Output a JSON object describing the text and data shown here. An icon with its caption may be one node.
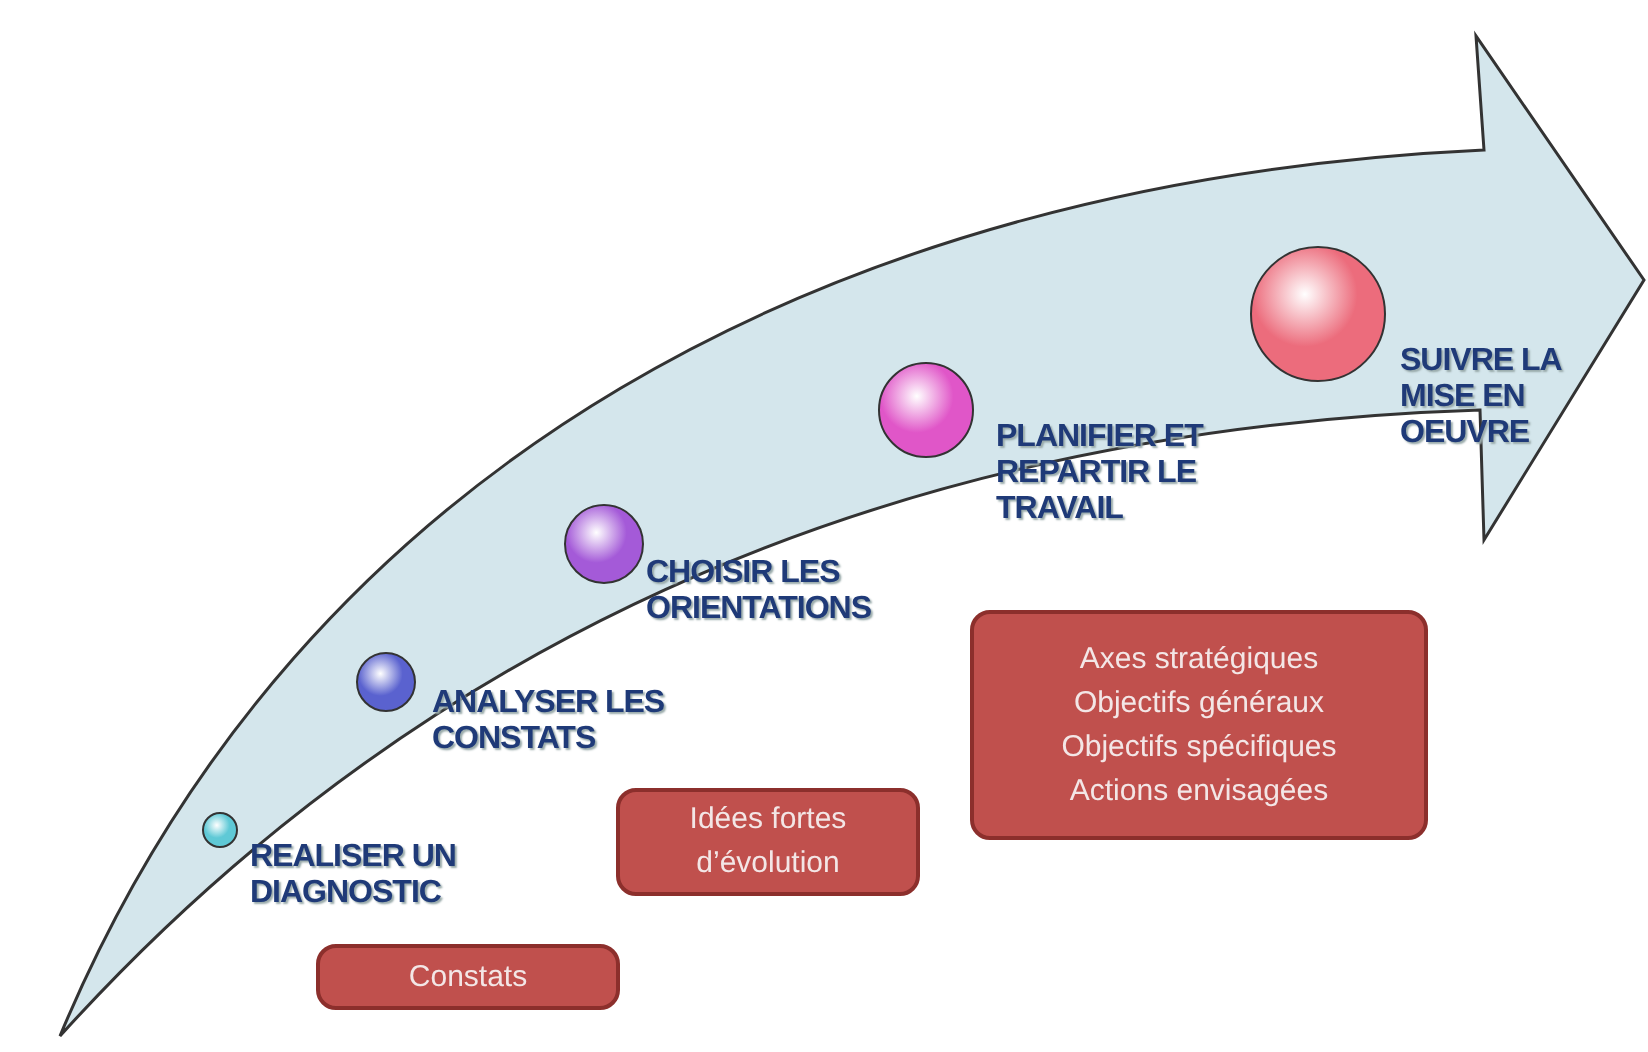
{
  "diagram": {
    "nodes": [
      {
        "text": [],
        "shape": "circle",
        "beside": [
          "REALISER UN DIAGNOSTIC"
        ]
      },
      {
        "text": [],
        "shape": "circle",
        "beside": [
          "ANALYSER LES CONSTATS"
        ]
      },
      {
        "text": [],
        "shape": "circle",
        "beside": [
          "CHOISIR LES ORIENTATIONS"
        ]
      },
      {
        "text": [],
        "shape": "circle",
        "beside": [
          "PLANIFIER ET REPARTIR LE TRAVAIL"
        ]
      },
      {
        "text": [],
        "shape": "circle",
        "beside": [
          "SUIVRE LA MISE EN OEUVRE"
        ]
      },
      {
        "text": [
          "Constats"
        ]
      },
      {
        "text": [
          "Idées fortes d’évolution"
        ]
      },
      {
        "text": [
          "Axes stratégiques",
          "Objectifs généraux",
          "Objectifs spécifiques",
          "Actions envisagées"
        ]
      }
    ]
  }
}
